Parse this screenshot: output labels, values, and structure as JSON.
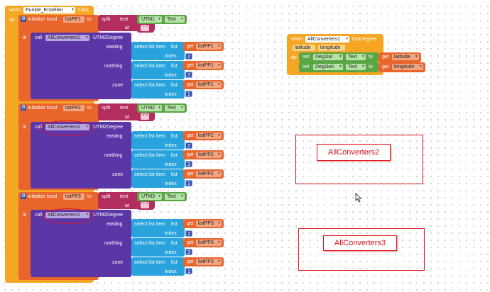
{
  "main_event": {
    "when": "when",
    "component": "Punkte_Erstellen",
    "event": "Click",
    "do": "do",
    "sections": [
      {
        "init_label": "initialize local",
        "var": "listPP1",
        "to": "to",
        "split": "split",
        "text_kw": "text",
        "source": "UTM1",
        "source_prop": "Text",
        "at": "at",
        "in": "in",
        "call": "call",
        "converter": "AllConverters1",
        "method": "UTM2Degree",
        "params": [
          {
            "name": "easting",
            "select": "select list item",
            "list": "list",
            "get": "get",
            "var": "listPP1",
            "index": "index",
            "value": "2"
          },
          {
            "name": "northing",
            "select": "select list item",
            "list": "list",
            "get": "get",
            "var": "listPP1",
            "index": "index",
            "value": "3"
          },
          {
            "name": "zone",
            "select": "select list item",
            "list": "list",
            "get": "get",
            "var": "listPP1",
            "index": "index",
            "value": "1"
          }
        ]
      },
      {
        "init_label": "initialize local",
        "var": "listPP2",
        "to": "to",
        "split": "split",
        "text_kw": "text",
        "source": "UTM2",
        "source_prop": "Text",
        "at": "at",
        "in": "in",
        "call": "call",
        "converter": "AllConverters1",
        "method": "UTM2Degree",
        "params": [
          {
            "name": "easting",
            "select": "select list item",
            "list": "list",
            "get": "get",
            "var": "listPP2",
            "index": "index",
            "value": "2"
          },
          {
            "name": "northing",
            "select": "select list item",
            "list": "list",
            "get": "get",
            "var": "listPP2",
            "index": "index",
            "value": "3"
          },
          {
            "name": "zone",
            "select": "select list item",
            "list": "list",
            "get": "get",
            "var": "listPP2",
            "index": "index",
            "value": "1"
          }
        ]
      },
      {
        "init_label": "initialize local",
        "var": "listPP3",
        "to": "to",
        "split": "split",
        "text_kw": "text",
        "source": "UTM3",
        "source_prop": "Text",
        "at": "at",
        "in": "in",
        "call": "call",
        "converter": "AllConverters1",
        "method": "UTM2Degree",
        "params": [
          {
            "name": "easting",
            "select": "select list item",
            "list": "list",
            "get": "get",
            "var": "listPP3",
            "index": "index",
            "value": "2"
          },
          {
            "name": "northing",
            "select": "select list item",
            "list": "list",
            "get": "get",
            "var": "listPP3",
            "index": "index",
            "value": "3"
          },
          {
            "name": "zone",
            "select": "select list item",
            "list": "list",
            "get": "get",
            "var": "listPP3",
            "index": "index",
            "value": "1"
          }
        ]
      }
    ]
  },
  "got_degree_event": {
    "when": "when",
    "component": "AllConverters1",
    "event": "GotDegree",
    "param1": "latitude",
    "param2": "longitude",
    "do": "do",
    "rows": [
      {
        "set": "set",
        "target": "Deg1lat",
        "prop": "Text",
        "to": "to",
        "get": "get",
        "value": "latitude"
      },
      {
        "set": "set",
        "target": "Deg1lon",
        "prop": "Text",
        "to": "to",
        "get": "get",
        "value": "longitude"
      }
    ]
  },
  "annotations": {
    "box1_label": "AllConverters2",
    "box2_label": "AllConverters3"
  },
  "colors": {
    "event": "#f5a623",
    "procedure": "#5b36a6",
    "variable": "#e8652c",
    "text": "#b32d5e",
    "list": "#29a3dd",
    "component_prop": "#5aa645",
    "math": "#3a52a8",
    "annotation": "#e0141e"
  }
}
